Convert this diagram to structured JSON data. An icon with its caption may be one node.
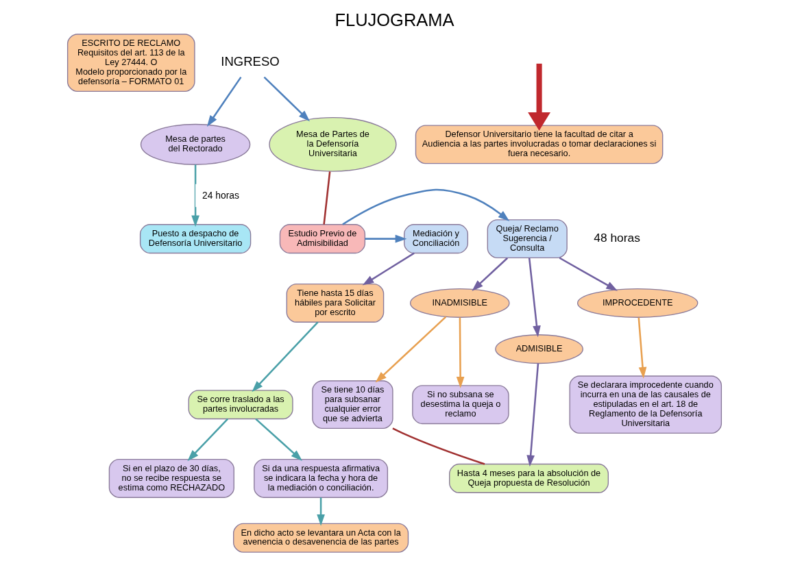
{
  "diagram": {
    "title": "FLUJOGRAMA",
    "nodes": [
      {
        "text": [
          "ESCRITO DE RECLAMO",
          "Requisitos del art. 113 de la Ley 27444. O",
          "Modelo proporcionado por la defensoría – FORMATO 01"
        ]
      },
      {
        "text": [
          "INGRESO"
        ]
      },
      {
        "text": [
          "Mesa de partes del Rectorado"
        ]
      },
      {
        "text": [
          "Puesto a despacho de Defensoría Universitario"
        ]
      },
      {
        "text": [
          "Mesa de Partes de la Defensoría Universitaria"
        ]
      },
      {
        "text": [
          "IMPROCEDENTE"
        ]
      },
      {
        "text": [
          "Se declarara improcedente cuando incurra en una de las causales de estipuladas en el art. 18 de Reglamento de la Defensoría Universitaria"
        ]
      },
      {
        "text": [
          "Queja/ Reclamo Sugerencia / Consulta"
        ]
      },
      {
        "text": [
          "Estudio Previo de Admisibilidad"
        ]
      },
      {
        "text": [
          "Mediación y Conciliación"
        ]
      },
      {
        "text": [
          "INADMISIBLE"
        ]
      },
      {
        "text": [
          "ADMISIBLE"
        ]
      },
      {
        "text": [
          "Tiene hasta 15 días hábiles para Solicitar por escrito"
        ]
      },
      {
        "text": [
          "Se corre traslado a las partes involucradas"
        ]
      },
      {
        "text": [
          "Se tiene 10 días para subsanar cualquier error que se advierta"
        ]
      },
      {
        "text": [
          "Si no subsana se desestima la queja o reclamo"
        ]
      },
      {
        "text": [
          "Si en el plazo de 30 días, no se recibe respuesta se estima como RECHAZADO"
        ]
      },
      {
        "text": [
          "Si da una respuesta afirmativa se indicara la fecha y hora de la mediación o conciliación."
        ]
      },
      {
        "text": [
          "Hasta 4 meses para la absolución de Queja propuesta de Resolución"
        ]
      },
      {
        "text": [
          "En dicho acto se levantara un Acta con la avenencia o desavenencia de las partes"
        ]
      },
      {
        "text": [
          "Defensor Universitario tiene la facultad de citar a Audiencia a las partes involucradas o tomar declaraciones si fuera necesario."
        ]
      }
    ],
    "edges": [
      {
        "from": 1,
        "to": 2,
        "arrow": "to"
      },
      {
        "from": 1,
        "to": 4,
        "arrow": "to"
      },
      {
        "from": 2,
        "to": 3,
        "arrow": "to",
        "label": "24 horas",
        "color": "#4aa0a8"
      },
      {
        "from": 4,
        "to": 8,
        "arrow": "none",
        "color": "#a03030"
      },
      {
        "from": 8,
        "to": 7,
        "arrow": "to"
      },
      {
        "from": 8,
        "to": 9,
        "arrow": "to"
      },
      {
        "from": 7,
        "to": 5,
        "arrow": "to",
        "color": "#7060a0"
      },
      {
        "from": 5,
        "to": 6,
        "arrow": "to",
        "color": "#e8a050"
      },
      {
        "from": 7,
        "to": 10,
        "arrow": "to",
        "color": "#7060a0"
      },
      {
        "from": 7,
        "to": 11,
        "arrow": "to",
        "color": "#7060a0"
      },
      {
        "from": 10,
        "to": 14,
        "arrow": "to",
        "color": "#e8a050"
      },
      {
        "from": 10,
        "to": 15,
        "arrow": "to",
        "color": "#e8a050"
      },
      {
        "from": 11,
        "to": 18,
        "arrow": "to",
        "color": "#7060a0"
      },
      {
        "from": 14,
        "to": 18,
        "arrow": "none",
        "color": "#a03030"
      },
      {
        "from": 9,
        "to": 12,
        "arrow": "to",
        "color": "#7060a0"
      },
      {
        "from": 12,
        "to": 13,
        "arrow": "to",
        "color": "#4aa0a8"
      },
      {
        "from": 13,
        "to": 16,
        "arrow": "to",
        "color": "#4aa0a8"
      },
      {
        "from": 13,
        "to": 17,
        "arrow": "to",
        "color": "#4aa0a8"
      },
      {
        "from": 17,
        "to": 19,
        "arrow": "to",
        "color": "#4aa0a8"
      },
      {
        "from": null,
        "to": 20,
        "arrow": "to",
        "style": "thick",
        "color": "#c0282d"
      }
    ],
    "labels": [
      "48 horas"
    ]
  }
}
